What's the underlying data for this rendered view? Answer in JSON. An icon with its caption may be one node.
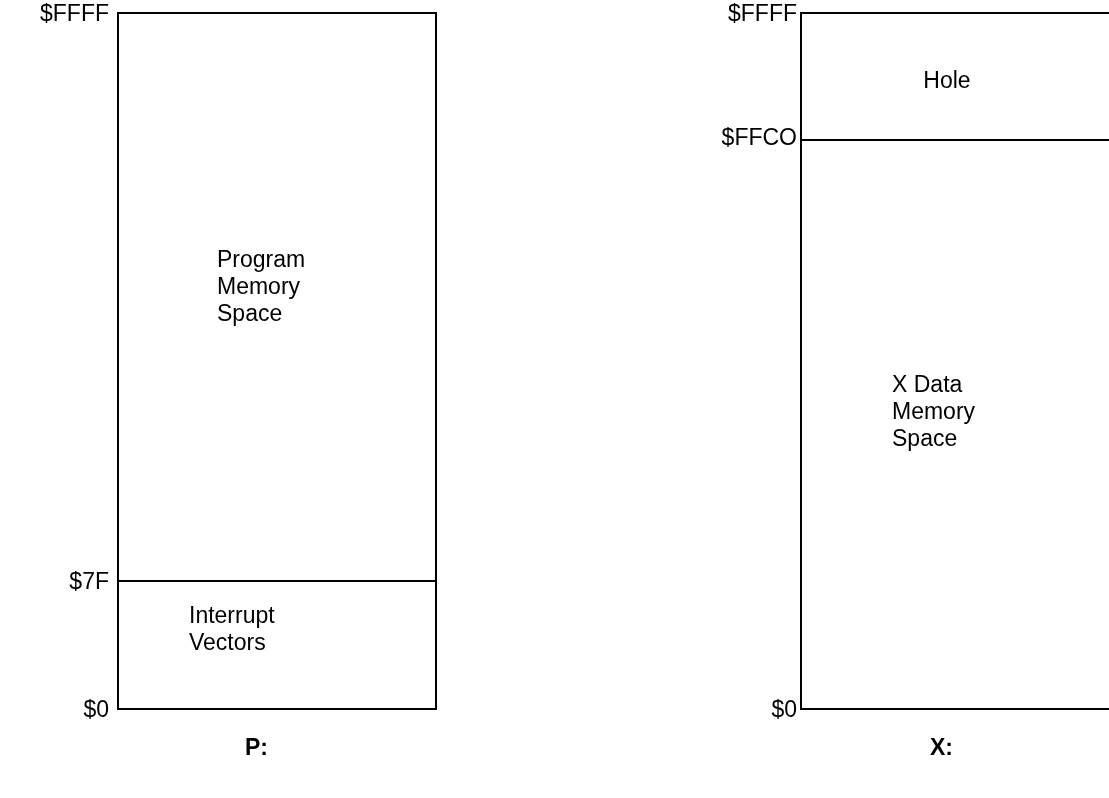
{
  "diagram": {
    "nodes": [
      {
        "text": [
          "Program Memory Space"
        ]
      },
      {
        "text": [
          "Interrupt Vectors"
        ]
      },
      {
        "text": [
          "Hole"
        ]
      },
      {
        "text": [
          "X Data Memory Space"
        ]
      }
    ],
    "labels": [
      "$FFFF",
      "$FFFF",
      "$FFCO",
      "$7F",
      "$0",
      "$0",
      "P:",
      "X:"
    ]
  }
}
